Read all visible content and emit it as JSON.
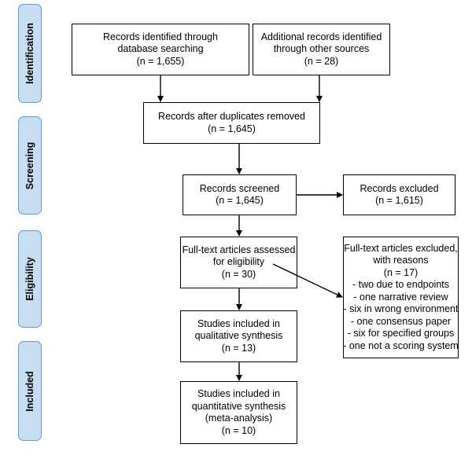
{
  "phases": {
    "identification": "Identification",
    "screening": "Screening",
    "eligibility": "Eligibility",
    "included": "Included"
  },
  "boxes": {
    "db_search": [
      "Records identified through",
      "database searching",
      "(n = 1,655)"
    ],
    "other_sources": [
      "Additional records identified",
      "through other sources",
      "(n = 28)"
    ],
    "dedup": [
      "Records after duplicates removed",
      "(n = 1,645)"
    ],
    "screened": [
      "Records screened",
      "(n = 1,645)"
    ],
    "excluded": [
      "Records excluded",
      "(n = 1,615)"
    ],
    "fulltext": [
      "Full-text articles assessed",
      "for eligibility",
      "(n = 30)"
    ],
    "fulltext_excluded": [
      "Full-text articles excluded,",
      "with reasons",
      "(n = 17)",
      "- two due to endpoints",
      "- one narrative review",
      "- six in wrong environment",
      "- one consensus paper",
      "- six for specified groups",
      "- one not a scoring system"
    ],
    "qualitative": [
      "Studies included in",
      "qualitative synthesis",
      "(n = 13)"
    ],
    "quantitative": [
      "Studies included in",
      "quantitative synthesis",
      "(meta-analysis)",
      "(n = 10)"
    ]
  }
}
